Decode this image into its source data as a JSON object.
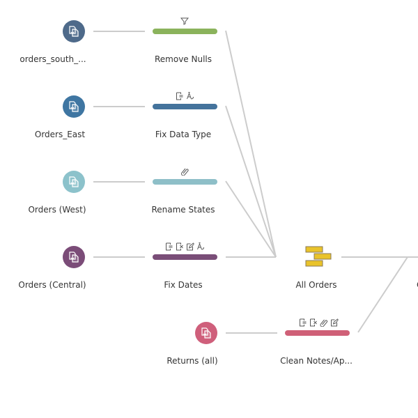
{
  "flow": {
    "inputs": [
      {
        "label": "orders_south_...",
        "color": "#4e6a8a",
        "icon": "file-input-icon"
      },
      {
        "label": "Orders_East",
        "color": "#3f76a2",
        "icon": "file-input-icon"
      },
      {
        "label": "Orders (West)",
        "color": "#8cc2cb",
        "icon": "file-input-icon"
      },
      {
        "label": "Orders (Central)",
        "color": "#7b4c78",
        "icon": "file-input-icon"
      },
      {
        "label": "Returns (all)",
        "color": "#cf5f7b",
        "icon": "file-input-icon"
      }
    ],
    "steps": [
      {
        "label": "Remove Nulls",
        "color": "#8bb35c",
        "icons": [
          "filter-icon"
        ]
      },
      {
        "label": "Fix Data Type",
        "color": "#44739c",
        "icons": [
          "keep-field-icon",
          "change-type-icon"
        ]
      },
      {
        "label": "Rename States",
        "color": "#8ebfc8",
        "icons": [
          "group-values-icon"
        ]
      },
      {
        "label": "Fix Dates",
        "color": "#7a4e78",
        "icons": [
          "keep-field-icon",
          "remove-field-icon",
          "edit-icon",
          "change-type-icon"
        ]
      },
      {
        "label": "Clean Notes/Ap...",
        "color": "#cf6077",
        "icons": [
          "keep-field-icon",
          "remove-field-icon",
          "group-values-icon",
          "edit-icon"
        ]
      }
    ],
    "union": {
      "label": "All Orders",
      "color": "#e9c32a",
      "icon": "union-icon"
    },
    "next": {
      "label": "C"
    }
  }
}
